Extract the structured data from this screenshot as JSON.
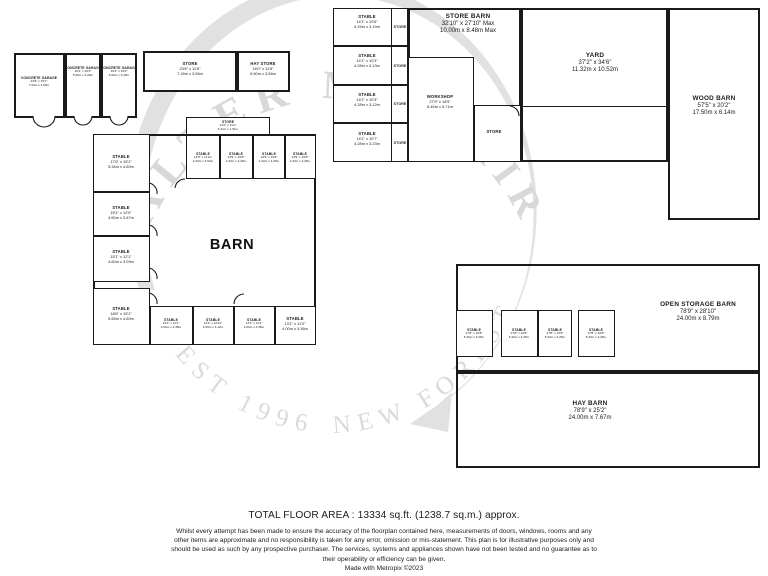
{
  "document": {
    "type": "floorplan",
    "title": "Equestrian property floor plan"
  },
  "watermark": {
    "brand": "SALTER",
    "line1": "MAYFAIR",
    "line2": "NEW FOREST",
    "line3": "EST 1996"
  },
  "garages": {
    "left": {
      "name": "CONCRETE GARAGE",
      "imperial": "24'9\"  x 15'1\"",
      "metric": "7.54m  x 4.60m"
    },
    "middle": {
      "name": "CONCRETE GARAGE",
      "imperial": "16'4\"  x 10'9\"",
      "metric": "5.00m  x 3.29m"
    },
    "right": {
      "name": "CONCRETE GARAGE",
      "imperial": "16'4\"  x 10'9\"",
      "metric": "5.00m  x 3.29m"
    }
  },
  "stores_top": {
    "store": {
      "name": "STORE",
      "imperial": "23'6\"  x 11'8\"",
      "metric": "7.18m  x 3.56m"
    },
    "hay_store": {
      "name": "HAY STORE",
      "imperial": "16'0\"  x 11'8\"",
      "metric": "5.60m  x 3.56m"
    }
  },
  "barn": {
    "title": "BARN",
    "store": {
      "name": "STORE",
      "imperial": "21'0\"  x 4'11\"",
      "metric": "6.41m  x 1.51m"
    },
    "left_stables": [
      {
        "name": "STABLE",
        "imperial": "17'6\"  x 15'1\"",
        "metric": "5.34m  x 4.60m"
      },
      {
        "name": "STABLE",
        "imperial": "15'1\"  x 12'0\"",
        "metric": "4.60m  x 3.67m"
      },
      {
        "name": "STABLE",
        "imperial": "15'1\"  x 12'1\"",
        "metric": "4.60m  x 3.09m"
      },
      {
        "name": "STABLE",
        "imperial": "18'6\"  x 15'1\"",
        "metric": "5.65m  x 4.60m"
      }
    ],
    "top_stables": [
      {
        "name": "STABLE",
        "imperial": "13'9\"  x 11'11\"",
        "metric": "4.20m  x 3.64m"
      },
      {
        "name": "STABLE",
        "imperial": "13'9\"  x 10'8\"",
        "metric": "4.20m  x 3.26m"
      },
      {
        "name": "STABLE",
        "imperial": "13'9\"  x 10'8\"",
        "metric": "4.20m  x 3.25m"
      },
      {
        "name": "STABLE",
        "imperial": "13'9\"  x 10'8\"",
        "metric": "4.20m  x 3.25m"
      }
    ],
    "bottom_stables": [
      {
        "name": "STABLE",
        "imperial": "13'1\"  x 11'1\"",
        "metric": "4.00m  x 3.38m"
      },
      {
        "name": "STABLE",
        "imperial": "13'1\"  x 10'11\"",
        "metric": "4.00m  x 3.12m"
      },
      {
        "name": "STABLE",
        "imperial": "13'1\"  x 11'1\"",
        "metric": "4.00m  x 3.38m"
      },
      {
        "name": "STABLE",
        "imperial": "13'1\"  x 11'0\"",
        "metric": "4.00m  x 3.36m"
      }
    ]
  },
  "store_barn": {
    "name": "STORE BARN",
    "imperial": "32'10\"  x 27'10\" Max",
    "metric": "10.00m  x 8.48m Max",
    "stables": [
      {
        "name": "STABLE",
        "imperial": "14'1\"  x 10'6\"",
        "metric": "4.29m  x 3.19m"
      },
      {
        "name": "STABLE",
        "imperial": "14'1\"  x 10'3\"",
        "metric": "4.28m  x 3.13m"
      },
      {
        "name": "STABLE",
        "imperial": "14'1\"  x 10'3\"",
        "metric": "4.28m  x 3.12m"
      },
      {
        "name": "STABLE",
        "imperial": "14'1\"  x 10'7\"",
        "metric": "4.28m  x 3.23m"
      }
    ],
    "store_strips": [
      "STORE",
      "STORE",
      "STORE",
      "STORE"
    ],
    "workshop": {
      "name": "WORKSHOP",
      "imperial": "27'9\"  x 18'9\"",
      "metric": "8.45m  x 5.71m"
    },
    "store_room": {
      "name": "STORE"
    }
  },
  "yard": {
    "name": "YARD",
    "imperial": "37'2\"  x 34'6\"",
    "metric": "11.32m  x 10.52m"
  },
  "wood_barn": {
    "name": "WOOD BARN",
    "imperial": "57'5\"  x 20'2\"",
    "metric": "17.50m  x 6.14m"
  },
  "open_storage_barn": {
    "name": "OPEN STORAGE BARN",
    "imperial": "78'9\"  x 28'10\"",
    "metric": "24.00m  x 8.79m",
    "stables": [
      {
        "name": "STABLE",
        "imperial": "17'8\"  x 10'8\"",
        "metric": "5.40m  x 3.25m"
      },
      {
        "name": "STABLE",
        "imperial": "17'8\"  x 10'8\"",
        "metric": "5.40m  x 3.25m"
      },
      {
        "name": "STABLE",
        "imperial": "17'8\"  x 10'8\"",
        "metric": "5.40m  x 3.25m"
      },
      {
        "name": "STABLE",
        "imperial": "17'8\"  x 10'8\"",
        "metric": "5.40m  x 3.25m"
      }
    ]
  },
  "hay_barn": {
    "name": "HAY BARN",
    "imperial": "78'9\"  x 25'2\"",
    "metric": "24.00m  x 7.67m"
  },
  "footer": {
    "total_area": "TOTAL FLOOR AREA : 13334 sq.ft. (1238.7 sq.m.) approx.",
    "disclaimer": "Whilst every attempt has been made to ensure the accuracy of the floorplan contained here, measurements of doors, windows, rooms and any other items are approximate and no responsibility is taken for any error, omission or mis-statement. This plan is for illustrative purposes only and should be used as such by any prospective purchaser. The services, systems and appliances shown have not been tested and no guarantee as to their operability or efficiency can be given.",
    "made_with": "Made with Metropix ©2023"
  }
}
